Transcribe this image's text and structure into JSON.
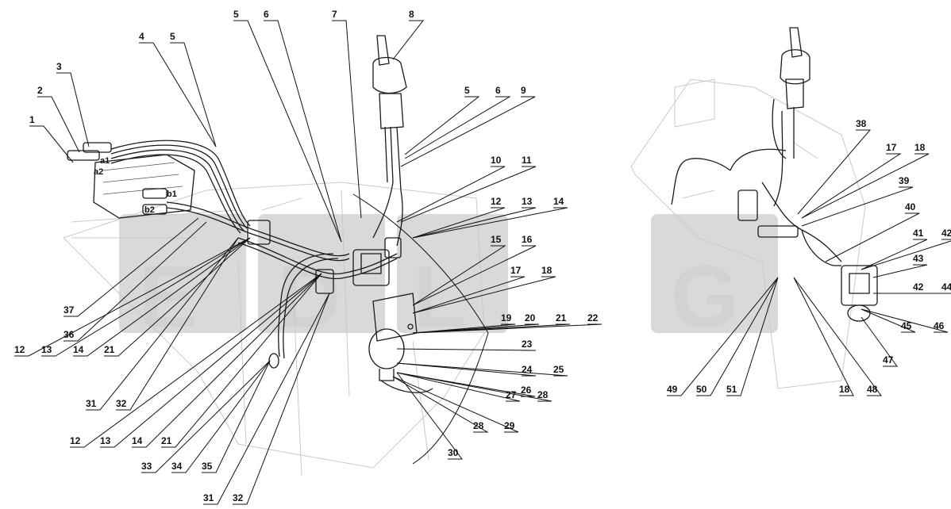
{
  "watermark": {
    "letters": [
      "E",
      "D",
      "L",
      "G"
    ],
    "color": "#d9d9d9"
  },
  "port_labels": [
    "a1",
    "a2",
    "b1",
    "b2"
  ],
  "callout_numbers": [
    "1",
    "2",
    "3",
    "4",
    "5",
    "5",
    "5",
    "6",
    "6",
    "7",
    "8",
    "9",
    "10",
    "11",
    "12",
    "13",
    "14",
    "15",
    "16",
    "17",
    "18",
    "19",
    "20",
    "21",
    "22",
    "23",
    "24",
    "25",
    "26",
    "27",
    "28",
    "28",
    "29",
    "30",
    "12",
    "13",
    "14",
    "21",
    "37",
    "36",
    "31",
    "32",
    "12",
    "13",
    "14",
    "21",
    "33",
    "34",
    "35",
    "31",
    "32",
    "38",
    "17",
    "18",
    "39",
    "40",
    "41",
    "42",
    "43",
    "42",
    "44",
    "45",
    "46",
    "47",
    "49",
    "50",
    "51",
    "18",
    "48"
  ]
}
